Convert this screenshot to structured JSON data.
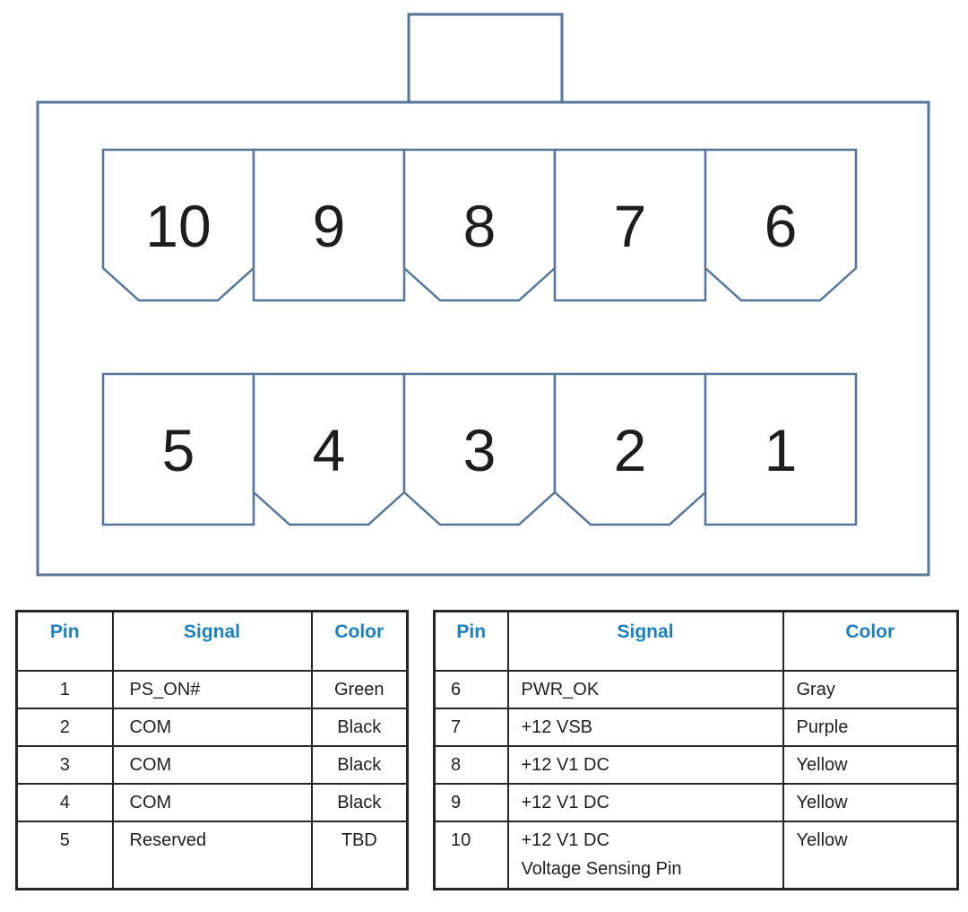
{
  "colors": {
    "diagram_stroke": "#54769a",
    "table_border": "#262626",
    "header_text": "#1b7fc4",
    "body_text": "#1f1f1f",
    "pin_number": "#1d1d1d",
    "background": "#ffffff"
  },
  "connector": {
    "rows": [
      {
        "name": "top-row",
        "pins": [
          {
            "label": "10",
            "keyed": true
          },
          {
            "label": "9",
            "keyed": false
          },
          {
            "label": "8",
            "keyed": true
          },
          {
            "label": "7",
            "keyed": false
          },
          {
            "label": "6",
            "keyed": true
          }
        ]
      },
      {
        "name": "bottom-row",
        "pins": [
          {
            "label": "5",
            "keyed": false
          },
          {
            "label": "4",
            "keyed": true
          },
          {
            "label": "3",
            "keyed": true
          },
          {
            "label": "2",
            "keyed": true
          },
          {
            "label": "1",
            "keyed": false
          }
        ]
      }
    ]
  },
  "tables": [
    {
      "name": "pins-1-5",
      "headers": [
        "Pin",
        "Signal",
        "Color"
      ],
      "rows": [
        {
          "pin": "1",
          "signal": "PS_ON#",
          "color": "Green"
        },
        {
          "pin": "2",
          "signal": "COM",
          "color": "Black"
        },
        {
          "pin": "3",
          "signal": "COM",
          "color": "Black"
        },
        {
          "pin": "4",
          "signal": "COM",
          "color": "Black"
        },
        {
          "pin": "5",
          "signal": "Reserved",
          "color": "TBD"
        }
      ]
    },
    {
      "name": "pins-6-10",
      "headers": [
        "Pin",
        "Signal",
        "Color"
      ],
      "rows": [
        {
          "pin": "6",
          "signal": "PWR_OK",
          "color": "Gray"
        },
        {
          "pin": "7",
          "signal": "+12 VSB",
          "color": "Purple"
        },
        {
          "pin": "8",
          "signal": "+12 V1 DC",
          "color": "Yellow"
        },
        {
          "pin": "9",
          "signal": "+12 V1 DC",
          "color": "Yellow"
        },
        {
          "pin": "10",
          "signal": "+12 V1 DC",
          "signal_line2": "Voltage Sensing Pin",
          "color": "Yellow"
        }
      ]
    }
  ]
}
